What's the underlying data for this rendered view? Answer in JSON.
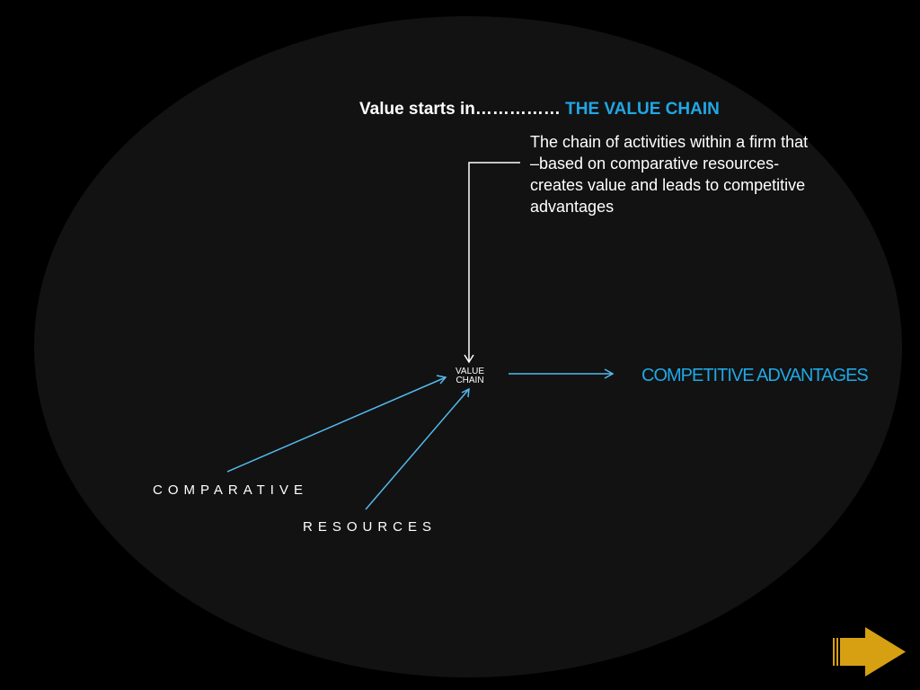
{
  "slide": {
    "heading_prefix": "Value starts in……………",
    "heading_emphasis": " THE VALUE CHAIN",
    "description": "The chain of activities within a firm that –based on comparative resources- creates value and leads to competitive advantages",
    "value_chain_line1": "VALUE",
    "value_chain_line2": "CHAIN",
    "competitive_advantages": "COMPETITIVE   ADVANTAGES",
    "comparative": "COMPARATIVE",
    "resources": "RESOURCES"
  },
  "navigation": {
    "next_icon": "arrow-right-icon"
  },
  "colors": {
    "background": "#000000",
    "oval": "#121212",
    "accent_blue": "#1fa8e6",
    "connector_blue": "#55b8ee",
    "text_white": "#ffffff",
    "button_gold": "#d6a012"
  }
}
